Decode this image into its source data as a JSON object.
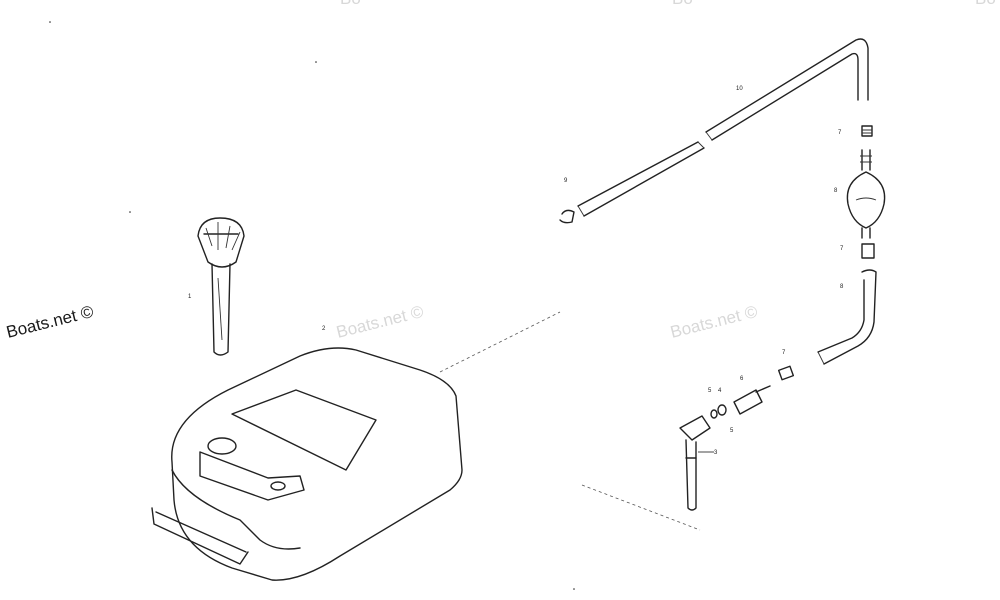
{
  "watermark": {
    "main": "Boats.net ©",
    "faint_1": "Boats.net ©",
    "faint_2": "Boats.net ©",
    "top_fragments": [
      "Bo",
      "Bo",
      "Bo"
    ]
  },
  "callouts": {
    "fuel_gauge": "1",
    "tank": "2",
    "pickup_tube": "3",
    "oring": "4",
    "oring_2": "5",
    "connector_small": "6",
    "clamp_a": "7",
    "clamp_b": "7",
    "clamp_c": "7",
    "primer_bulb": "8",
    "hose_short": "8",
    "hose_clamp": "9",
    "fuel_line": "10",
    "fitting_lower": "5"
  }
}
